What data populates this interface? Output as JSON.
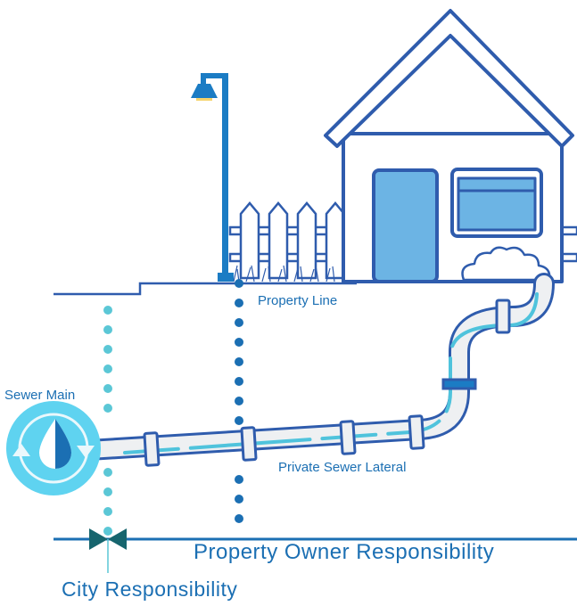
{
  "labels": {
    "sewer_main": "Sewer Main",
    "property_line": "Property Line",
    "private_sewer_lateral": "Private Sewer Lateral",
    "property_owner_responsibility": "Property Owner Responsibility",
    "city_responsibility": "City Responsibility"
  },
  "colors": {
    "outline": "#2f5cad",
    "text": "#1b6fb3",
    "pipe": "#eef0f2",
    "stripe": "#4fc3dc",
    "sewer_main": "#5fd3f0",
    "door": "#6cb4e4",
    "valve": "#16656e"
  }
}
